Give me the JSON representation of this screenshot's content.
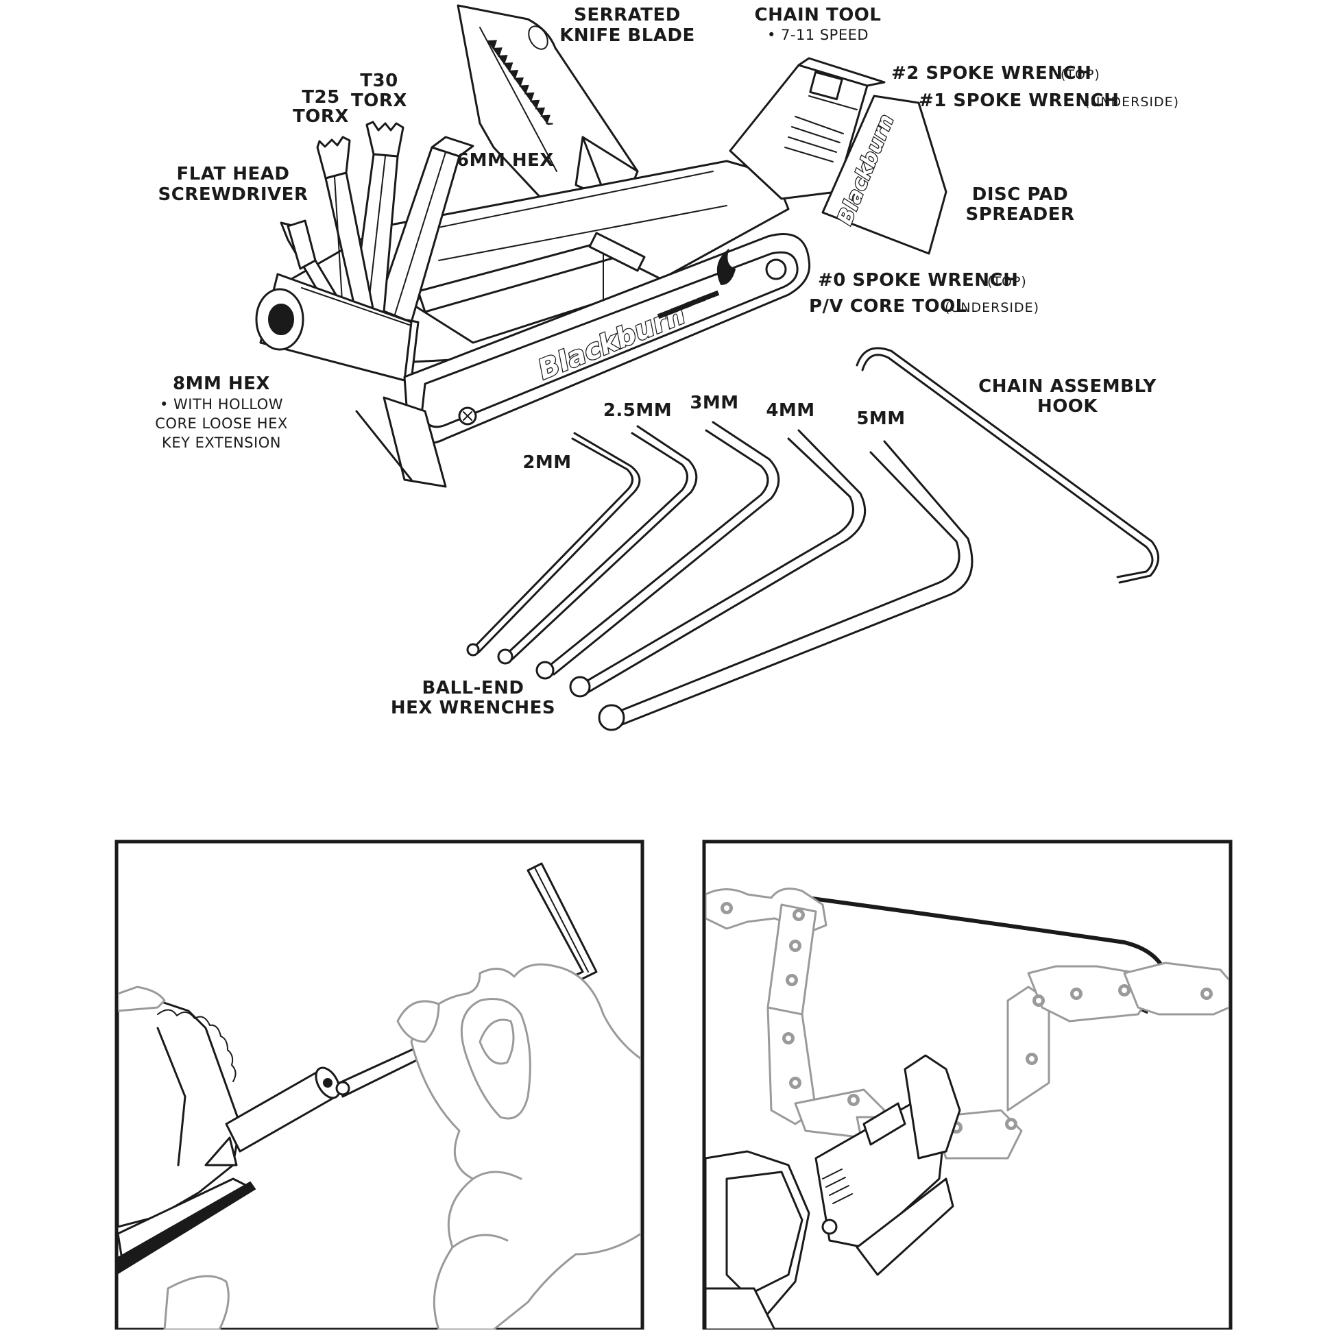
{
  "labels": {
    "serrated_knife_blade": [
      "SERRATED",
      "KNIFE BLADE"
    ],
    "chain_tool": "CHAIN TOOL",
    "chain_tool_note": "• 7-11 SPEED",
    "spoke_wrench_2": "#2 SPOKE WRENCH",
    "spoke_wrench_2_note": "(TOP)",
    "spoke_wrench_1": "#1 SPOKE WRENCH",
    "spoke_wrench_1_note": "(UNDERSIDE)",
    "t25_torx": [
      "T25",
      "TORX"
    ],
    "t30_torx": [
      "T30",
      "TORX"
    ],
    "six_mm_hex": "6MM HEX",
    "flat_head_screwdriver": [
      "FLAT HEAD",
      "SCREWDRIVER"
    ],
    "disc_pad_spreader": [
      "DISC PAD",
      "SPREADER"
    ],
    "spoke_wrench_0": "#0 SPOKE WRENCH",
    "spoke_wrench_0_note": "(TOP)",
    "pv_core_tool": "P/V CORE TOOL",
    "pv_core_tool_note": "(UNDERSIDE)",
    "eight_mm_hex": "8MM HEX",
    "eight_mm_hex_note": [
      "• WITH HOLLOW",
      "CORE LOOSE HEX",
      "KEY EXTENSION"
    ],
    "chain_assembly_hook": [
      "CHAIN ASSEMBLY",
      "HOOK"
    ],
    "hex_sizes": [
      "2MM",
      "2.5MM",
      "3MM",
      "4MM",
      "5MM"
    ],
    "ball_end_hex_wrenches": [
      "BALL-END",
      "HEX WRENCHES"
    ]
  },
  "brand": "Blackburn",
  "colors": {
    "ink": "#1a1a1a",
    "hand_grey": "#9a9a9a",
    "background": "#ffffff"
  }
}
